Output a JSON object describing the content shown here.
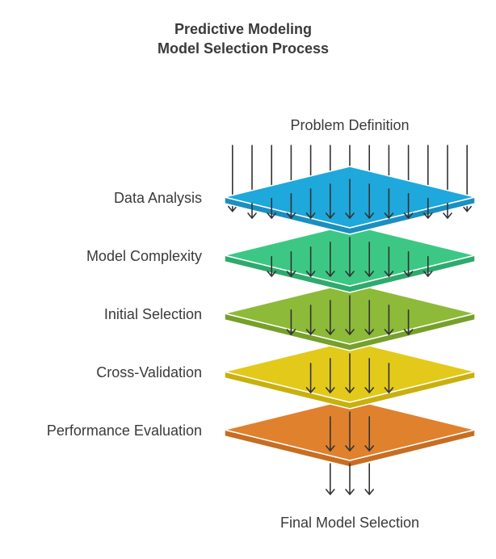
{
  "title": {
    "line1": "Predictive Modeling",
    "line2": "Model Selection Process"
  },
  "input_label": "Problem Definition",
  "output_label": "Final Model Selection",
  "layers": [
    {
      "label": "Data Analysis",
      "color": "#1ea8dc",
      "side_color": "#1b8fc0"
    },
    {
      "label": "Model Complexity",
      "color": "#3cc884",
      "side_color": "#2faa6e"
    },
    {
      "label": "Initial Selection",
      "color": "#8dba39",
      "side_color": "#76a02b"
    },
    {
      "label": "Cross-Validation",
      "color": "#e3c919",
      "side_color": "#c9b00e"
    },
    {
      "label": "Performance Evaluation",
      "color": "#e0812e",
      "side_color": "#c76e22"
    }
  ]
}
